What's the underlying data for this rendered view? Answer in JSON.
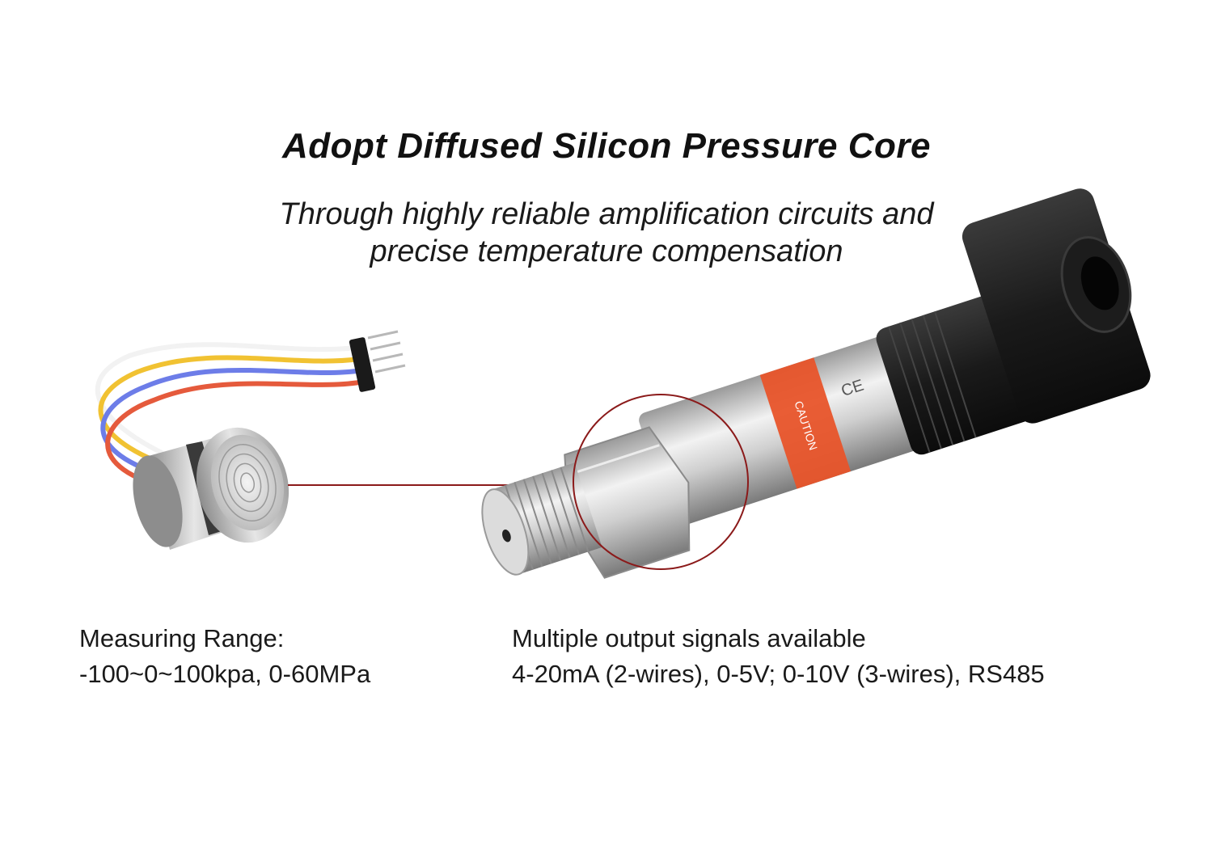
{
  "headline": {
    "title": "Adopt Diffused Silicon Pressure Core",
    "subtitle_line1": "Through highly reliable amplification circuits and",
    "subtitle_line2": "precise temperature compensation"
  },
  "product_label": {
    "ce_mark": "CE",
    "caution": "CAUTION"
  },
  "features": {
    "range_label": "Measuring Range:",
    "range_value": "-100~0~100kpa, 0-60MPa",
    "output_label": "Multiple output signals available",
    "output_value": "4-20mA (2-wires), 0-5V; 0-10V (3-wires), RS485"
  },
  "colors": {
    "accent_red": "#8b1a1a",
    "label_orange": "#e8542a",
    "connector_black": "#1c1c1c"
  }
}
